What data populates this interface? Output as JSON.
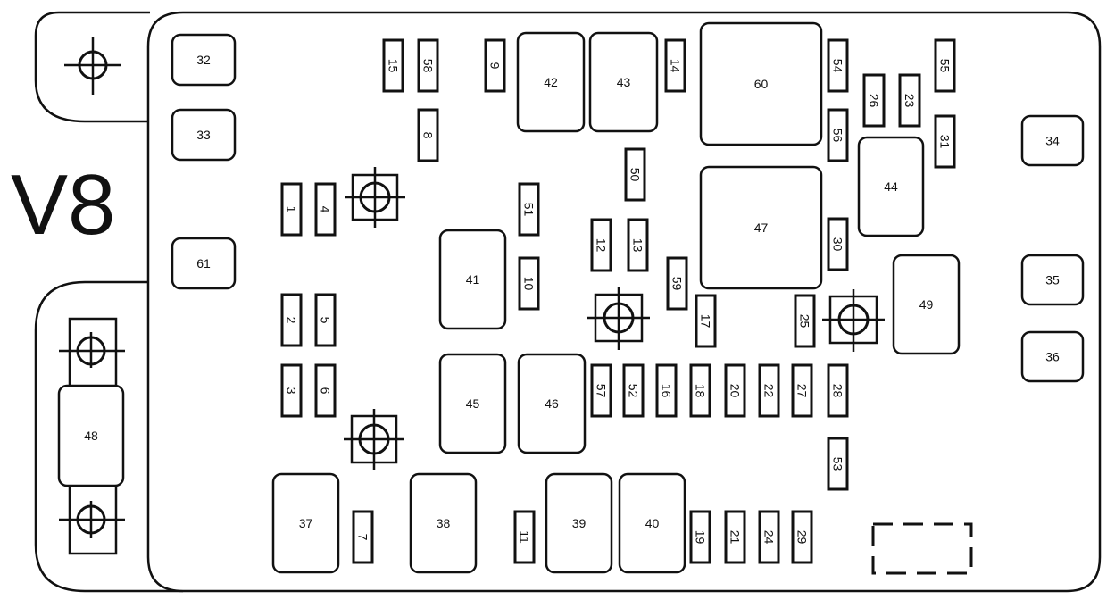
{
  "title": "V8",
  "relays": [
    {
      "label": "32"
    },
    {
      "label": "33"
    },
    {
      "label": "61"
    },
    {
      "label": "34"
    },
    {
      "label": "35"
    },
    {
      "label": "36"
    },
    {
      "label": "42"
    },
    {
      "label": "43"
    },
    {
      "label": "60"
    },
    {
      "label": "44"
    },
    {
      "label": "47"
    },
    {
      "label": "41"
    },
    {
      "label": "49"
    },
    {
      "label": "45"
    },
    {
      "label": "46"
    },
    {
      "label": "37"
    },
    {
      "label": "38"
    },
    {
      "label": "39"
    },
    {
      "label": "40"
    },
    {
      "label": "48"
    }
  ],
  "fuses": [
    {
      "label": "15"
    },
    {
      "label": "58"
    },
    {
      "label": "9"
    },
    {
      "label": "14"
    },
    {
      "label": "54"
    },
    {
      "label": "55"
    },
    {
      "label": "26"
    },
    {
      "label": "23"
    },
    {
      "label": "8"
    },
    {
      "label": "56"
    },
    {
      "label": "31"
    },
    {
      "label": "50"
    },
    {
      "label": "1"
    },
    {
      "label": "4"
    },
    {
      "label": "51"
    },
    {
      "label": "12"
    },
    {
      "label": "13"
    },
    {
      "label": "30"
    },
    {
      "label": "10"
    },
    {
      "label": "59"
    },
    {
      "label": "2"
    },
    {
      "label": "5"
    },
    {
      "label": "17"
    },
    {
      "label": "25"
    },
    {
      "label": "3"
    },
    {
      "label": "6"
    },
    {
      "label": "57"
    },
    {
      "label": "52"
    },
    {
      "label": "16"
    },
    {
      "label": "18"
    },
    {
      "label": "20"
    },
    {
      "label": "22"
    },
    {
      "label": "27"
    },
    {
      "label": "28"
    },
    {
      "label": "53"
    },
    {
      "label": "7"
    },
    {
      "label": "11"
    },
    {
      "label": "19"
    },
    {
      "label": "21"
    },
    {
      "label": "24"
    },
    {
      "label": "29"
    }
  ]
}
